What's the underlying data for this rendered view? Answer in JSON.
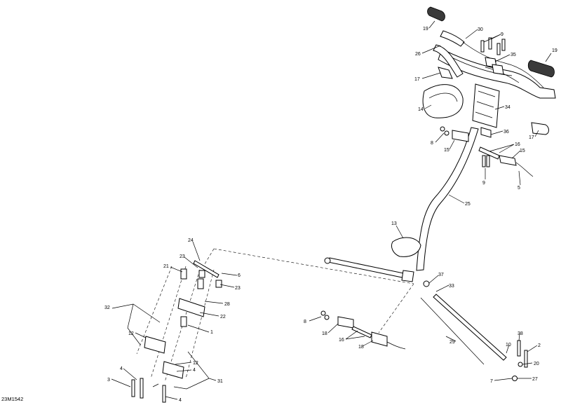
{
  "diagram_code": "23M1542",
  "callouts": [
    {
      "id": "c19a",
      "label": "19"
    },
    {
      "id": "c30",
      "label": "30"
    },
    {
      "id": "c9a",
      "label": "9"
    },
    {
      "id": "c26",
      "label": "26"
    },
    {
      "id": "c35",
      "label": "35"
    },
    {
      "id": "c19b",
      "label": "19"
    },
    {
      "id": "c17a",
      "label": "17"
    },
    {
      "id": "c14",
      "label": "14"
    },
    {
      "id": "c34",
      "label": "34"
    },
    {
      "id": "c36",
      "label": "36"
    },
    {
      "id": "c17b",
      "label": "17"
    },
    {
      "id": "c8a",
      "label": "8"
    },
    {
      "id": "c15a",
      "label": "15"
    },
    {
      "id": "c16a",
      "label": "16"
    },
    {
      "id": "c15b",
      "label": "15"
    },
    {
      "id": "c9b",
      "label": "9"
    },
    {
      "id": "c5",
      "label": "5"
    },
    {
      "id": "c25",
      "label": "25"
    },
    {
      "id": "c13",
      "label": "13"
    },
    {
      "id": "c24",
      "label": "24"
    },
    {
      "id": "c23a",
      "label": "23"
    },
    {
      "id": "c6",
      "label": "6"
    },
    {
      "id": "c21",
      "label": "21"
    },
    {
      "id": "c23b",
      "label": "23"
    },
    {
      "id": "c28",
      "label": "28"
    },
    {
      "id": "c22",
      "label": "22"
    },
    {
      "id": "c32",
      "label": "32"
    },
    {
      "id": "c1",
      "label": "1"
    },
    {
      "id": "c12a",
      "label": "12"
    },
    {
      "id": "c12b",
      "label": "12"
    },
    {
      "id": "c4a",
      "label": "4"
    },
    {
      "id": "c4b",
      "label": "4"
    },
    {
      "id": "c31",
      "label": "31"
    },
    {
      "id": "c3",
      "label": "3"
    },
    {
      "id": "c4c",
      "label": "4"
    },
    {
      "id": "c37",
      "label": "37"
    },
    {
      "id": "c33",
      "label": "33"
    },
    {
      "id": "c8b",
      "label": "8"
    },
    {
      "id": "c18a",
      "label": "18"
    },
    {
      "id": "c16b",
      "label": "16"
    },
    {
      "id": "c18b",
      "label": "18"
    },
    {
      "id": "c29",
      "label": "29"
    },
    {
      "id": "c10",
      "label": "10"
    },
    {
      "id": "c38",
      "label": "38"
    },
    {
      "id": "c2",
      "label": "2"
    },
    {
      "id": "c20",
      "label": "20"
    },
    {
      "id": "c7",
      "label": "7"
    },
    {
      "id": "c27",
      "label": "27"
    }
  ]
}
